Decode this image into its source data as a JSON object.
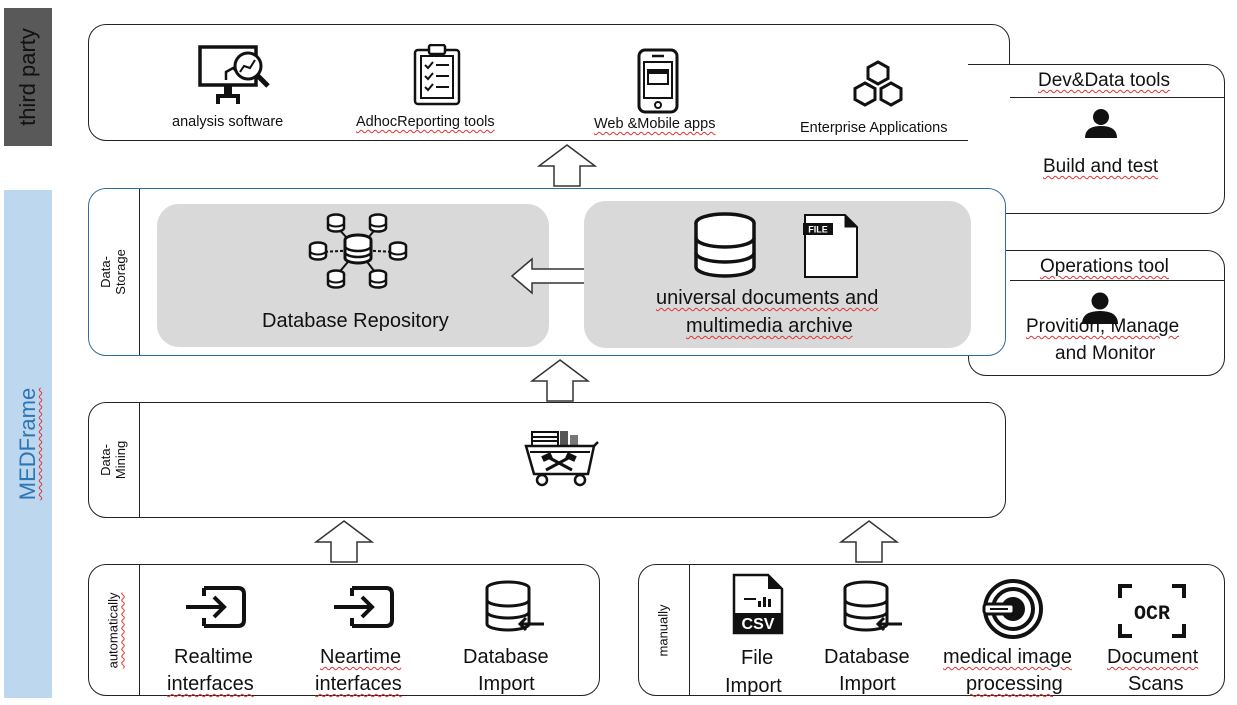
{
  "sidebar": {
    "third_party": "third party",
    "medframe": "MEDFrame"
  },
  "third_party_box": {
    "items": [
      {
        "label": "analysis software",
        "icon": "monitor-analysis-icon"
      },
      {
        "label": "AdhocReporting tools",
        "icon": "clipboard-checklist-icon"
      },
      {
        "label": "Web &Mobile apps",
        "icon": "smartphone-icon"
      },
      {
        "label": "Enterprise Applications",
        "icon": "hexagons-icon"
      }
    ]
  },
  "dev_data_tools": {
    "title": "Dev&Data tools",
    "label": "Build and test",
    "icon": "person-icon"
  },
  "operations_tool": {
    "title": "Operations tool",
    "label_line1": "Provition, Manage",
    "label_line2": "and Monitor",
    "icon": "person-icon"
  },
  "data_storage": {
    "label_line1": "Data-",
    "label_line2": "Storage",
    "repository": {
      "label": "Database Repository",
      "icon": "database-network-icon"
    },
    "archive": {
      "label_line1": "universal documents and",
      "label_line2": "multimedia archive",
      "icons": [
        "database-icon",
        "file-icon"
      ],
      "file_badge": "FILE"
    }
  },
  "data_mining": {
    "label_line1": "Data-",
    "label_line2": "Mining",
    "icon": "mining-cart-icon"
  },
  "automatically_box": {
    "label": "automatically",
    "items": [
      {
        "line1": "Realtime",
        "line2": "interfaces",
        "icon": "import-arrow-icon"
      },
      {
        "line1": "Neartime",
        "line2": "interfaces",
        "icon": "import-arrow-icon"
      },
      {
        "line1": "Database",
        "line2": "Import",
        "icon": "database-import-icon"
      }
    ]
  },
  "manually_box": {
    "label": "manually",
    "items": [
      {
        "line1": "File",
        "line2": "Import",
        "icon": "csv-file-icon",
        "badge": "CSV"
      },
      {
        "line1": "Database",
        "line2": "Import",
        "icon": "database-import-icon"
      },
      {
        "line1": "medical image",
        "line2": "processing",
        "icon": "medical-scan-icon"
      },
      {
        "line1": "Document",
        "line2": "Scans",
        "icon": "ocr-icon",
        "badge": "OCR"
      }
    ]
  },
  "colors": {
    "third_party_bar": "#595959",
    "medframe_bar": "#bdd7ee",
    "medframe_text": "#2e75b6",
    "panel": "#d9d9d9",
    "storage_border": "#2e6da4"
  }
}
